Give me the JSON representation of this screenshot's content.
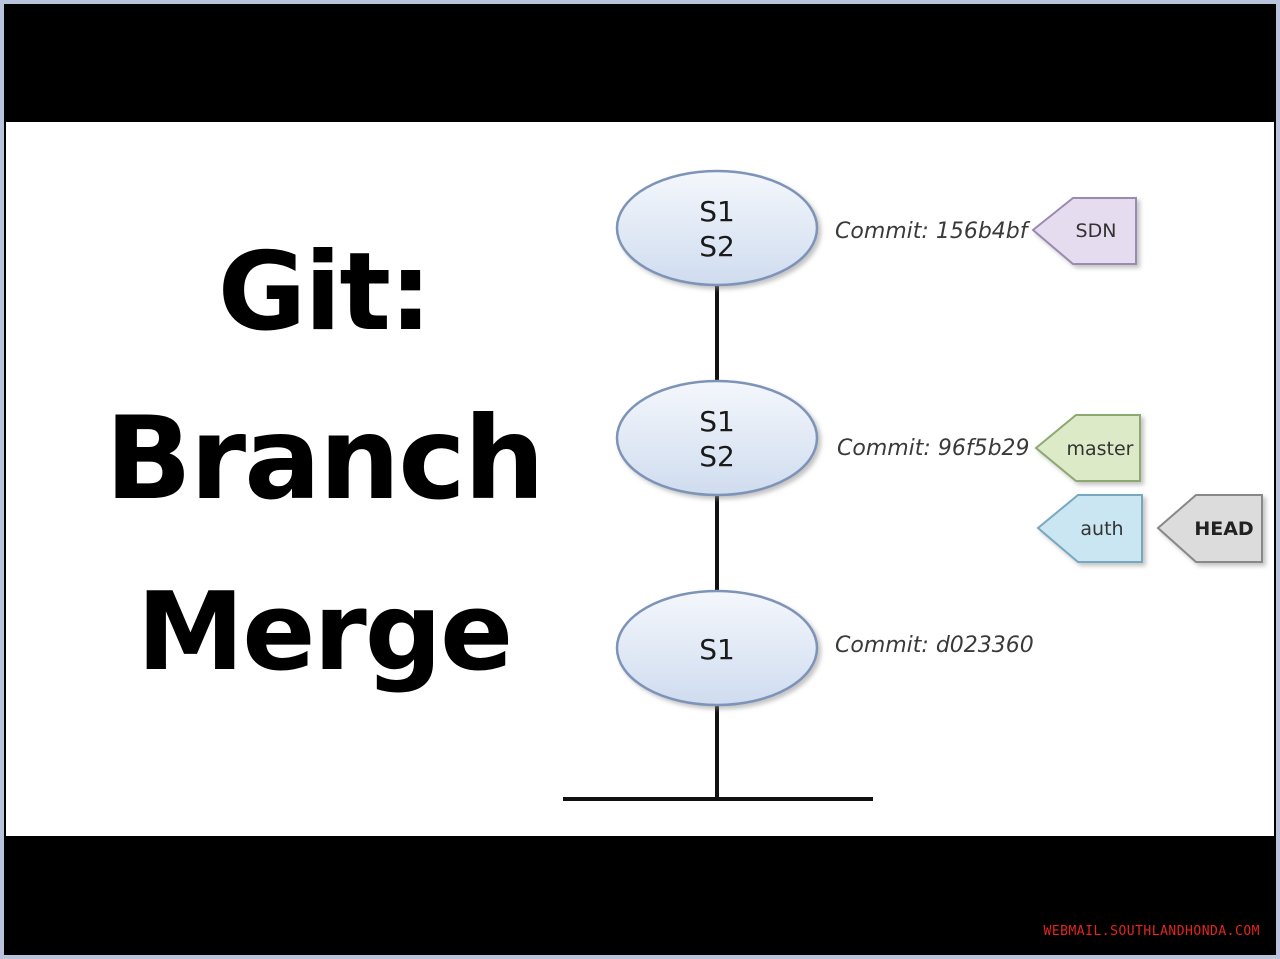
{
  "title": {
    "line1": "Git:",
    "line2": "Branch",
    "line3": "Merge"
  },
  "commits": [
    {
      "lines": [
        "S1",
        "S2"
      ],
      "label": "Commit: 156b4bf"
    },
    {
      "lines": [
        "S1",
        "S2"
      ],
      "label": "Commit: 96f5b29"
    },
    {
      "lines": [
        "S1"
      ],
      "label": "Commit: d023360"
    }
  ],
  "tags": {
    "sdn": {
      "label": "SDN",
      "color": "#e6dcf0"
    },
    "master": {
      "label": "master",
      "color": "#dceac8"
    },
    "auth": {
      "label": "auth",
      "color": "#c9e6f2"
    },
    "head": {
      "label": "HEAD",
      "color": "#dcdcdc"
    }
  },
  "colors": {
    "node_fill": "#dfe8f6",
    "node_stroke": "#7d93b8",
    "background_bar": "#000000",
    "panel": "#ffffff"
  },
  "watermark": "WEBMAIL.SOUTHLANDHONDA.COM"
}
